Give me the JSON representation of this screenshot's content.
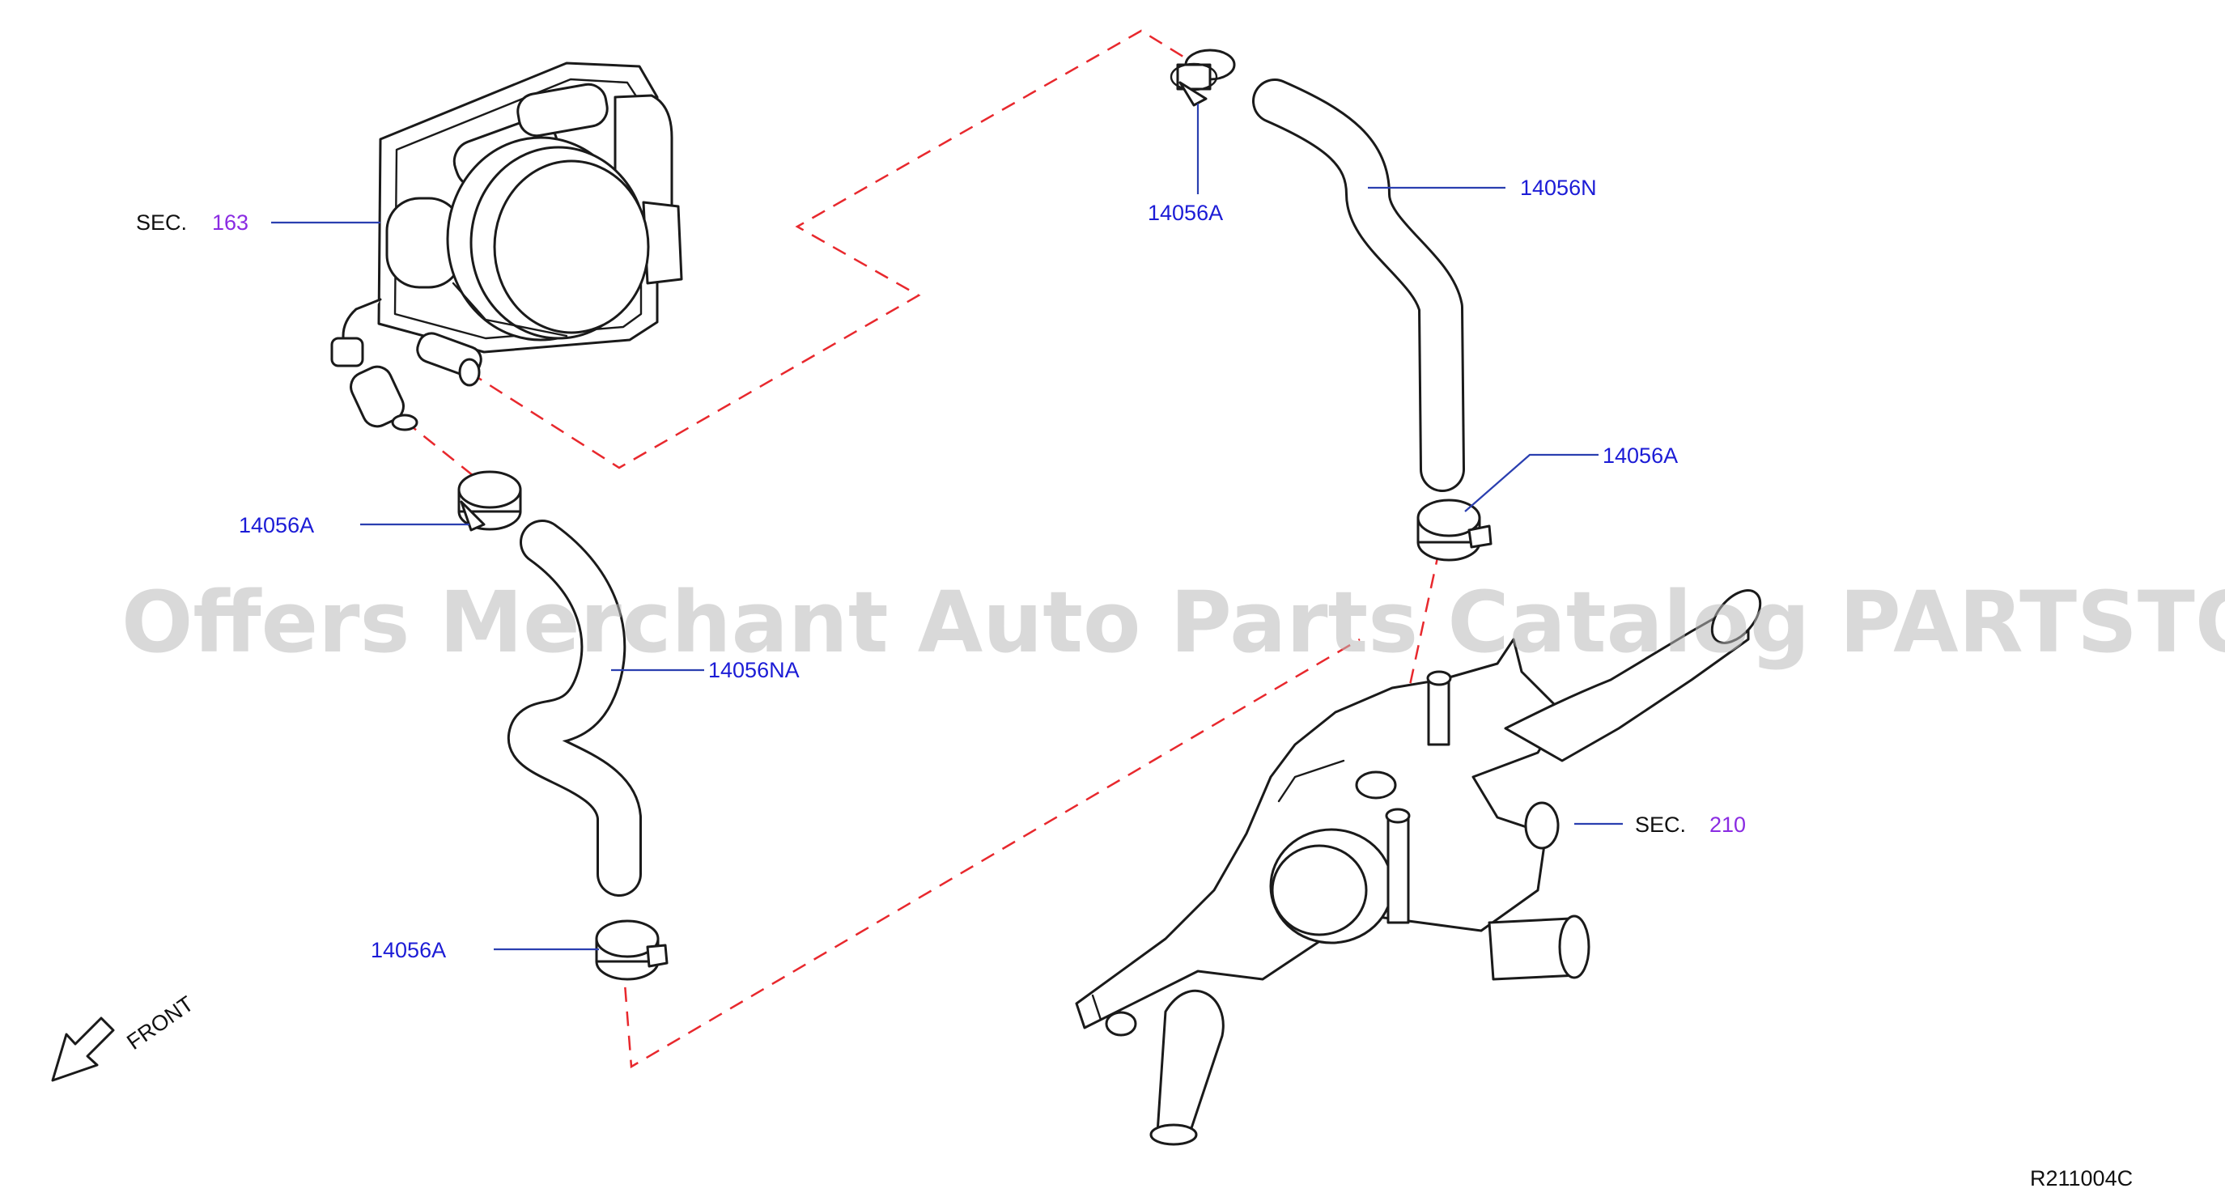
{
  "watermark": "Offers Merchant Auto Parts Catalog PARTSTORE.SA",
  "diagram_code": "R211004C",
  "front_label": "FRONT",
  "sections": [
    {
      "prefix": "SEC.",
      "number": "163"
    },
    {
      "prefix": "SEC.",
      "number": "210"
    }
  ],
  "callouts": {
    "clamp_top": "14056A",
    "hose_upper": "14056N",
    "clamp_upper_right": "14056A",
    "clamp_left_upper": "14056A",
    "hose_lower": "14056NA",
    "clamp_left_lower": "14056A"
  },
  "colors": {
    "part_number": "#1c1cd6",
    "section_number": "#8a2be2",
    "hidden_line": "#e8282d",
    "leader": "#2a3fb0"
  }
}
